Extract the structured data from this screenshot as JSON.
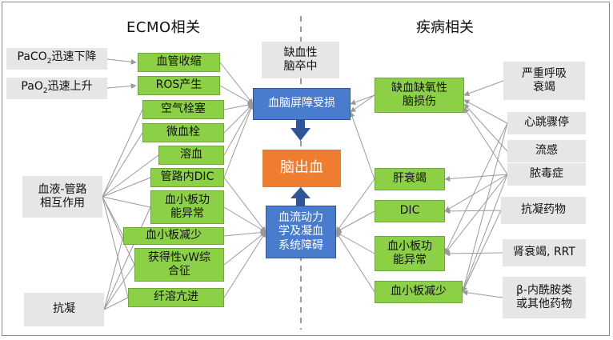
{
  "headers": {
    "left": "ECMO相关",
    "right": "疾病相关"
  },
  "ecmo_factors": {
    "paco2": {
      "base": "PaCO",
      "sub": "2",
      "rest": "迅速下降"
    },
    "pao2": {
      "base": "PaO",
      "sub": "2",
      "rest": "迅速上升"
    },
    "blood_circuit": "血液-管路\n相互作用",
    "anticoag": "抗凝"
  },
  "mechanisms_left": {
    "vasoconstriction": "血管收缩",
    "ros": "ROS产生",
    "air_embolism": "空气栓塞",
    "microthrombus": "微血栓",
    "hemolysis": "溶血",
    "circuit_dic": "管路内DIC",
    "platelet_dysfunction": "血小板功\n能异常",
    "thrombocytopenia": "血小板减少",
    "acquired_vwd": "获得性vW综\n合征",
    "hyperfibrinolysis": "纤溶亢进"
  },
  "center": {
    "ischemic_stroke": "缺血性\n脑卒中",
    "bbb_damage": "血脑屏障受损",
    "ich": "脑出血",
    "hemodynamics": "血流动力\n学及凝血\n系统障碍"
  },
  "mechanisms_right": {
    "hypoxic_injury": "缺血缺氧性\n脑损伤",
    "liver_failure": "肝衰竭",
    "dic": "DIC",
    "platelet_dysfunction": "血小板功\n能异常",
    "thrombocytopenia": "血小板减少"
  },
  "diseases": {
    "respiratory_failure": "严重呼吸\n衰竭",
    "cardiac_arrest": "心跳骤停",
    "influenza": "流感",
    "sepsis": "脓毒症",
    "anticoagulant_drugs": "抗凝药物",
    "renal_failure": "肾衰竭, RRT",
    "beta_lactam": "β-内酰胺类\n或其他药物"
  },
  "colors": {
    "gray_box": "#e7e6e6",
    "green_box": "#8cd046",
    "blue_box": "#4a7ccd",
    "orange_box": "#ef7d31",
    "connector": "#9a9a9a",
    "arrow_blue": "#2f5597"
  }
}
